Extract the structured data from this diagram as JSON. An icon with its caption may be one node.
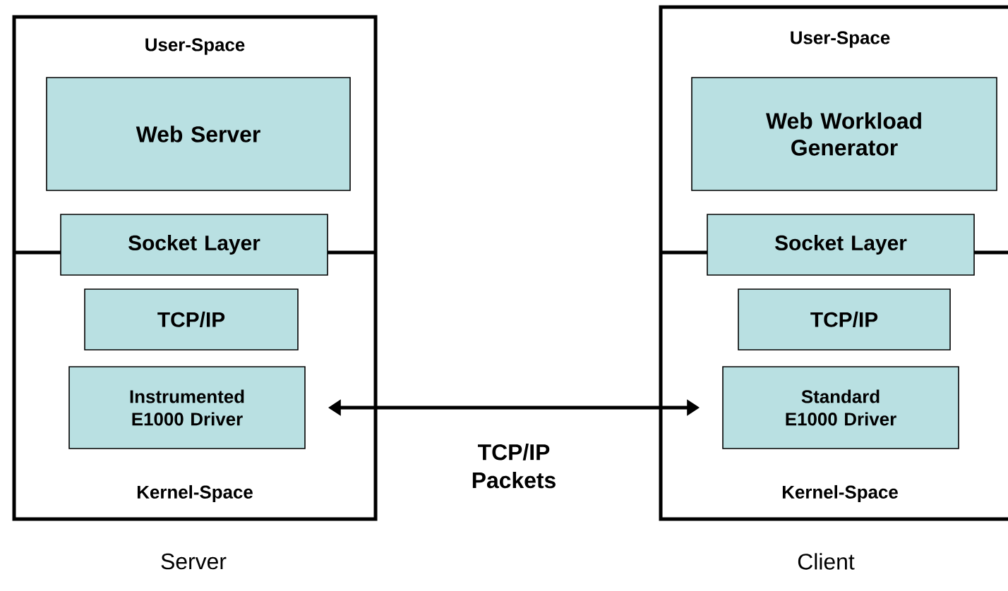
{
  "diagram": {
    "nodes": [
      {
        "text": [
          "User-Space",
          "Kernel-Space"
        ],
        "beside": [
          "Server"
        ]
      },
      {
        "text": [
          "Web Server"
        ],
        "in": 0
      },
      {
        "text": [
          "Socket Layer"
        ],
        "in": 0
      },
      {
        "text": [
          "TCP/IP"
        ],
        "in": 0
      },
      {
        "text": [
          "Instrumented E1000 Driver"
        ],
        "in": 0
      },
      {
        "text": [
          "User-Space",
          "Kernel-Space"
        ],
        "beside": [
          "Client"
        ]
      },
      {
        "text": [
          "Web Workload Generator"
        ],
        "in": 5
      },
      {
        "text": [
          "Socket Layer"
        ],
        "in": 5
      },
      {
        "text": [
          "TCP/IP"
        ],
        "in": 5
      },
      {
        "text": [
          "Standard E1000 Driver"
        ],
        "in": 5
      }
    ],
    "edges": [
      {
        "from": 4,
        "to": 9,
        "arrow": "both",
        "label": "TCP/IP Packets"
      }
    ]
  }
}
